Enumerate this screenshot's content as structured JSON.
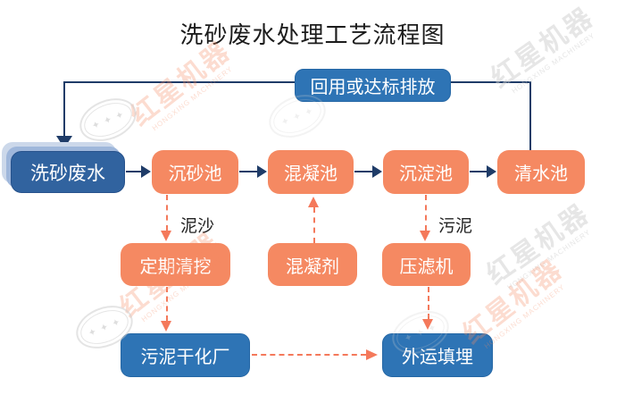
{
  "title": "洗砂废水处理工艺流程图",
  "nodes": {
    "wastewater": "洗砂废水",
    "grit_chamber": "沉砂池",
    "coagulation_tank": "混凝池",
    "sedimentation_tank": "沉淀池",
    "clear_water_tank": "清水池",
    "reuse_discharge": "回用或达标排放",
    "periodic_dredging": "定期清挖",
    "coagulant": "混凝剂",
    "filter_press": "压滤机",
    "sludge_drying_plant": "污泥干化厂",
    "outward_landfill": "外运填埋"
  },
  "edge_labels": {
    "sediment": "泥沙",
    "sludge": "污泥"
  },
  "watermark": {
    "zh": "红星机器",
    "en": "HONGXING MACHINERY",
    "stars": "✦ ✦ ✦"
  },
  "colors": {
    "process_box_orange": "#F58962",
    "result_box_blue": "#2E74B5",
    "source_box_navy": "#31639F",
    "solid_line_navy": "#1F3C68",
    "dashed_line_orange": "#F4795B",
    "title_text": "#1C1C1C",
    "box_text": "#FFFFFF"
  }
}
